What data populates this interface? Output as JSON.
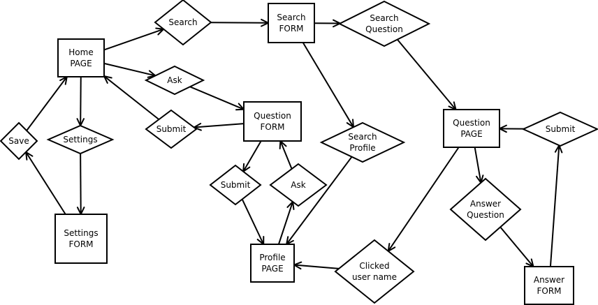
{
  "nodes": [
    {
      "id": "home",
      "kind": "box",
      "lines": [
        "Home",
        "PAGE"
      ]
    },
    {
      "id": "search_dec",
      "kind": "diamond",
      "lines": [
        "Search"
      ]
    },
    {
      "id": "search_form",
      "kind": "box",
      "lines": [
        "Search",
        "FORM"
      ]
    },
    {
      "id": "search_question",
      "kind": "diamond",
      "lines": [
        "Search",
        "Question"
      ]
    },
    {
      "id": "ask_dec",
      "kind": "diamond",
      "lines": [
        "Ask"
      ]
    },
    {
      "id": "question_form",
      "kind": "box",
      "lines": [
        "Question",
        "FORM"
      ]
    },
    {
      "id": "submit_dec_left",
      "kind": "diamond",
      "lines": [
        "Submit"
      ]
    },
    {
      "id": "save_dec",
      "kind": "diamond",
      "lines": [
        "Save"
      ]
    },
    {
      "id": "settings_dec",
      "kind": "diamond",
      "lines": [
        "Settings"
      ]
    },
    {
      "id": "settings_form",
      "kind": "box",
      "lines": [
        "Settings",
        "FORM"
      ]
    },
    {
      "id": "submit_dec_mid",
      "kind": "diamond",
      "lines": [
        "Submit"
      ]
    },
    {
      "id": "ask_dec_2",
      "kind": "diamond",
      "lines": [
        "Ask"
      ]
    },
    {
      "id": "search_profile",
      "kind": "diamond",
      "lines": [
        "Search",
        "Profile"
      ]
    },
    {
      "id": "profile_page",
      "kind": "box",
      "lines": [
        "Profile",
        "PAGE"
      ]
    },
    {
      "id": "clicked_user",
      "kind": "diamond",
      "lines": [
        "Clicked",
        "user name"
      ]
    },
    {
      "id": "question_page",
      "kind": "box",
      "lines": [
        "Question",
        "PAGE"
      ]
    },
    {
      "id": "submit_dec_right",
      "kind": "diamond",
      "lines": [
        "Submit"
      ]
    },
    {
      "id": "answer_question",
      "kind": "diamond",
      "lines": [
        "Answer",
        "Question"
      ]
    },
    {
      "id": "answer_form",
      "kind": "box",
      "lines": [
        "Answer",
        "FORM"
      ]
    }
  ],
  "edges": [
    {
      "from": "home",
      "to": "search_dec"
    },
    {
      "from": "search_dec",
      "to": "search_form"
    },
    {
      "from": "search_form",
      "to": "search_question"
    },
    {
      "from": "search_form",
      "to": "search_profile"
    },
    {
      "from": "search_question",
      "to": "question_page"
    },
    {
      "from": "home",
      "to": "ask_dec"
    },
    {
      "from": "ask_dec",
      "to": "question_form"
    },
    {
      "from": "question_form",
      "to": "submit_dec_left"
    },
    {
      "from": "submit_dec_left",
      "to": "home"
    },
    {
      "from": "home",
      "to": "settings_dec"
    },
    {
      "from": "settings_dec",
      "to": "settings_form"
    },
    {
      "from": "settings_form",
      "to": "save_dec"
    },
    {
      "from": "save_dec",
      "to": "home"
    },
    {
      "from": "question_form",
      "to": "submit_dec_mid"
    },
    {
      "from": "submit_dec_mid",
      "to": "profile_page"
    },
    {
      "from": "profile_page",
      "to": "ask_dec_2"
    },
    {
      "from": "ask_dec_2",
      "to": "question_form"
    },
    {
      "from": "search_profile",
      "to": "profile_page"
    },
    {
      "from": "clicked_user",
      "to": "profile_page"
    },
    {
      "from": "question_page",
      "to": "clicked_user"
    },
    {
      "from": "question_page",
      "to": "answer_question"
    },
    {
      "from": "answer_question",
      "to": "answer_form"
    },
    {
      "from": "answer_form",
      "to": "submit_dec_right"
    },
    {
      "from": "submit_dec_right",
      "to": "question_page"
    }
  ]
}
